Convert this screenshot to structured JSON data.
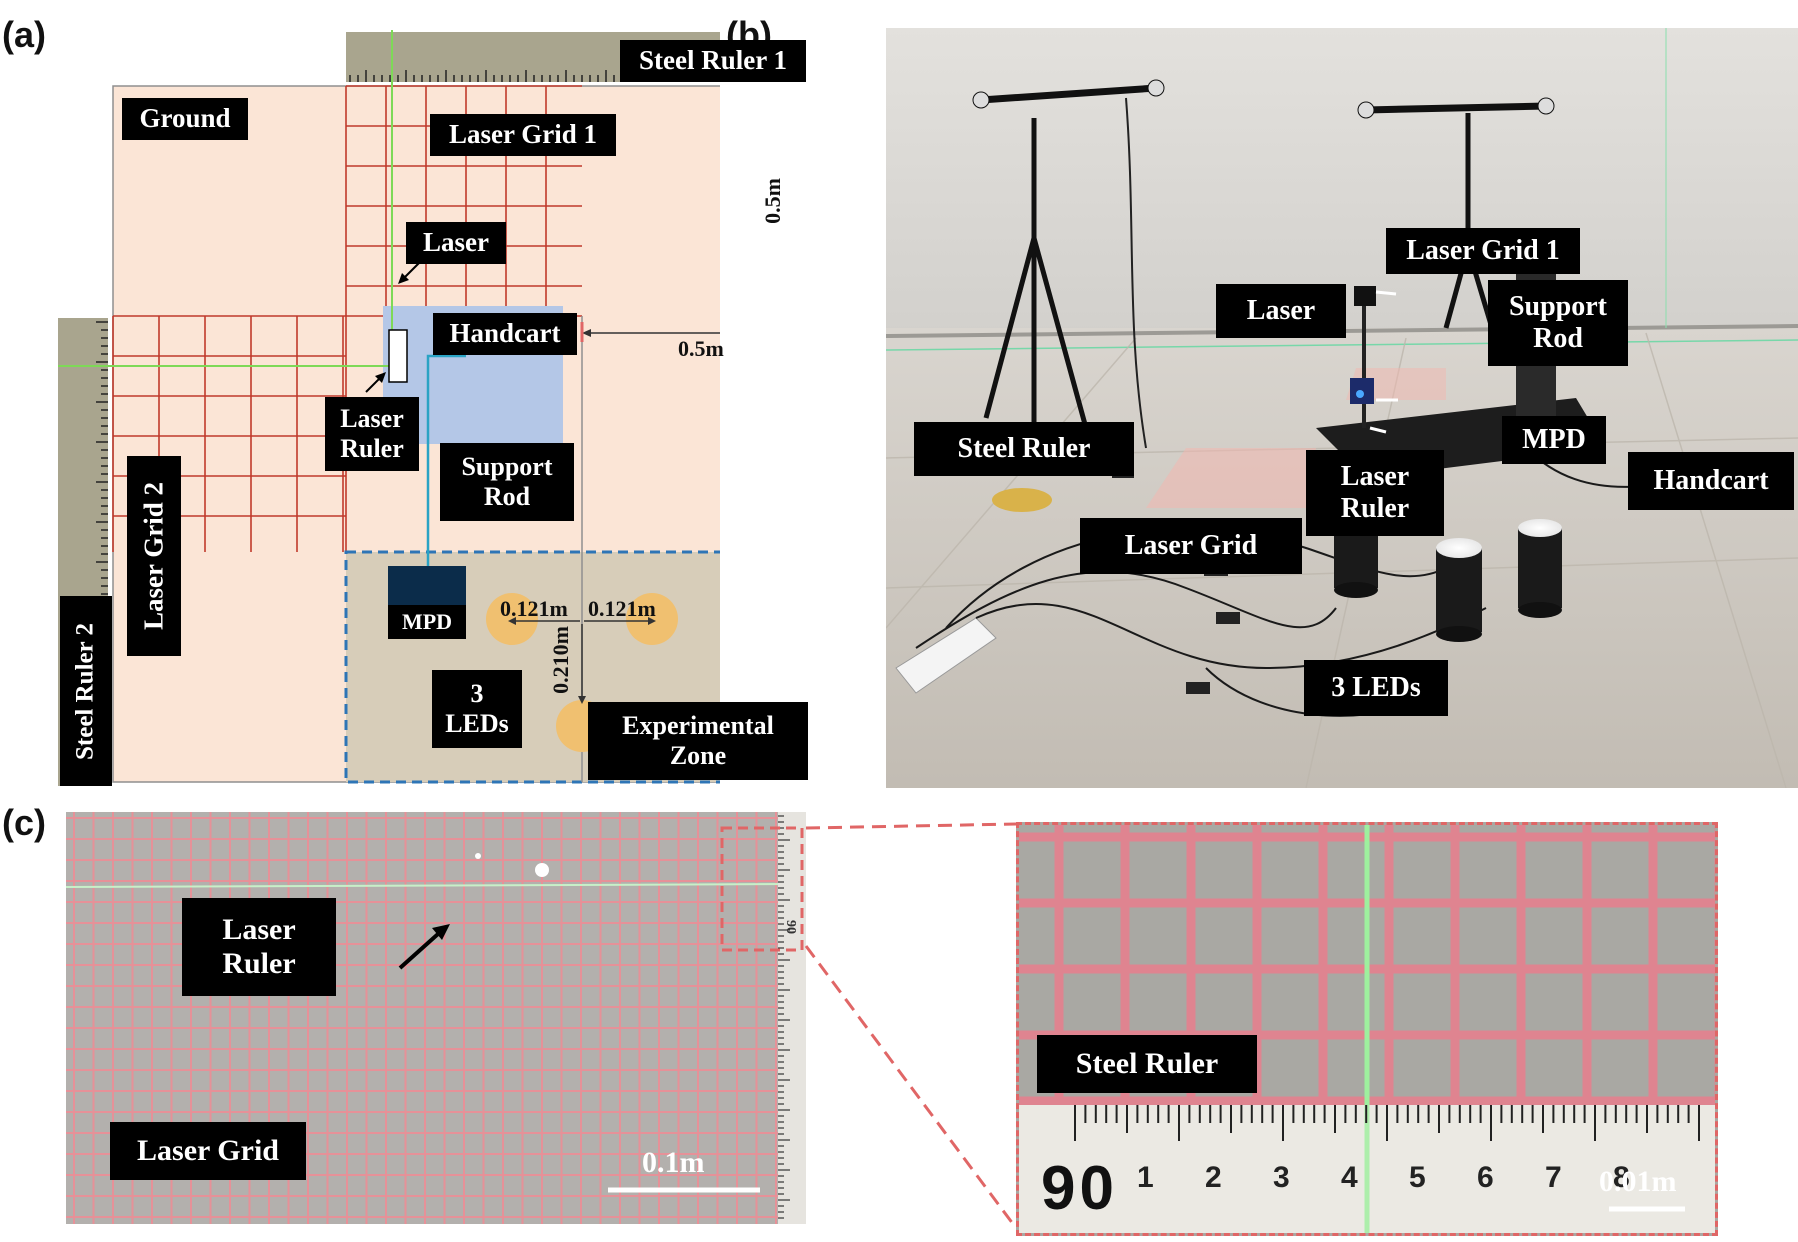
{
  "panels": {
    "a": "(a)",
    "b": "(b)",
    "c": "(c)"
  },
  "panel_a": {
    "steel_ruler_1": "Steel Ruler 1",
    "steel_ruler_2": "Steel Ruler 2",
    "ground": "Ground",
    "laser_grid_1": "Laser Grid 1",
    "laser_grid_2": "Laser Grid 2",
    "laser": "Laser",
    "handcart": "Handcart",
    "laser_ruler": "Laser\nRuler",
    "support_rod": "Support\nRod",
    "mpd": "MPD",
    "three_leds": "3\nLEDs",
    "experimental_zone": "Experimental\nZone",
    "dim_vertical": "0.5m",
    "dim_horizontal": "0.5m",
    "dim_led_left": "0.121m",
    "dim_led_right": "0.121m",
    "dim_led_down": "0.210m"
  },
  "panel_b": {
    "laser_grid_1": "Laser Grid 1",
    "laser": "Laser",
    "support_rod": "Support\nRod",
    "mpd": "MPD",
    "steel_ruler": "Steel Ruler",
    "laser_ruler": "Laser\nRuler",
    "handcart": "Handcart",
    "laser_grid": "Laser Grid",
    "three_leds": "3 LEDs"
  },
  "panel_c": {
    "laser_ruler": "Laser\nRuler",
    "laser_grid": "Laser Grid",
    "scale_left": "0.1m",
    "steel_ruler": "Steel Ruler",
    "scale_right": "0.01m",
    "ruler_big": "90",
    "ruler_numbers": [
      "1",
      "2",
      "3",
      "4",
      "5",
      "6",
      "7",
      "8"
    ],
    "ruler_side": "90"
  },
  "colors": {
    "ground": "#fbe5d6",
    "grid_red": "#c0392b",
    "ruler_gray": "#a9a58e",
    "handcart_blue": "#b4c7e7",
    "zone_tan": "#d7cdb9",
    "led_gold": "#f0c070",
    "mpd_navy": "#0b2c4a",
    "zone_border": "#2e75b6",
    "laser_green": "#7ed957",
    "inset_border": "#e06666"
  }
}
